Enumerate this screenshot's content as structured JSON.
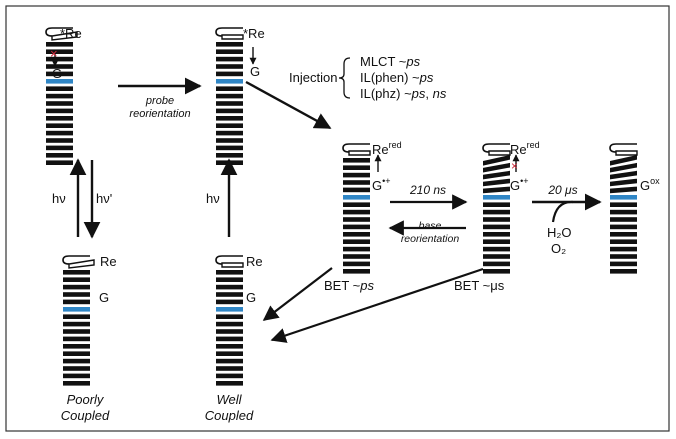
{
  "colors": {
    "ink": "#111111",
    "guanine": "#2f86c6",
    "blocked": "#d0283a",
    "frame": "#333333"
  },
  "labels": {
    "re_star": "*Re",
    "re": "Re",
    "g": "G",
    "re_red": "Re",
    "re_red_sup": "red",
    "g_radical": "G",
    "g_radical_sup": "•+",
    "g_ox": "G",
    "g_ox_sup": "ox",
    "hv": "hν",
    "hv_prime": "hν'",
    "probe_reorientation_1": "probe",
    "probe_reorientation_2": "reorientation",
    "injection": "Injection",
    "mlct_a": "MLCT ~",
    "mlct_b": "ps",
    "ilphen_a": "IL(phen) ~",
    "ilphen_b": "ps",
    "ilphz_a": "IL(phz) ~",
    "ilphz_b": "ps",
    "ilphz_c": ", ",
    "ilphz_d": "ns",
    "t210": "210 ns",
    "base_reorientation_1": "base",
    "base_reorientation_2": "reorientation",
    "t20": "20 μs",
    "h2o": "H₂O",
    "o2": "O₂",
    "bet_ps_a": "BET ~",
    "bet_ps_b": "ps",
    "bet_us": "BET ~μs",
    "poorly_1": "Poorly",
    "poorly_2": "Coupled",
    "well_1": "Well",
    "well_2": "Coupled"
  }
}
